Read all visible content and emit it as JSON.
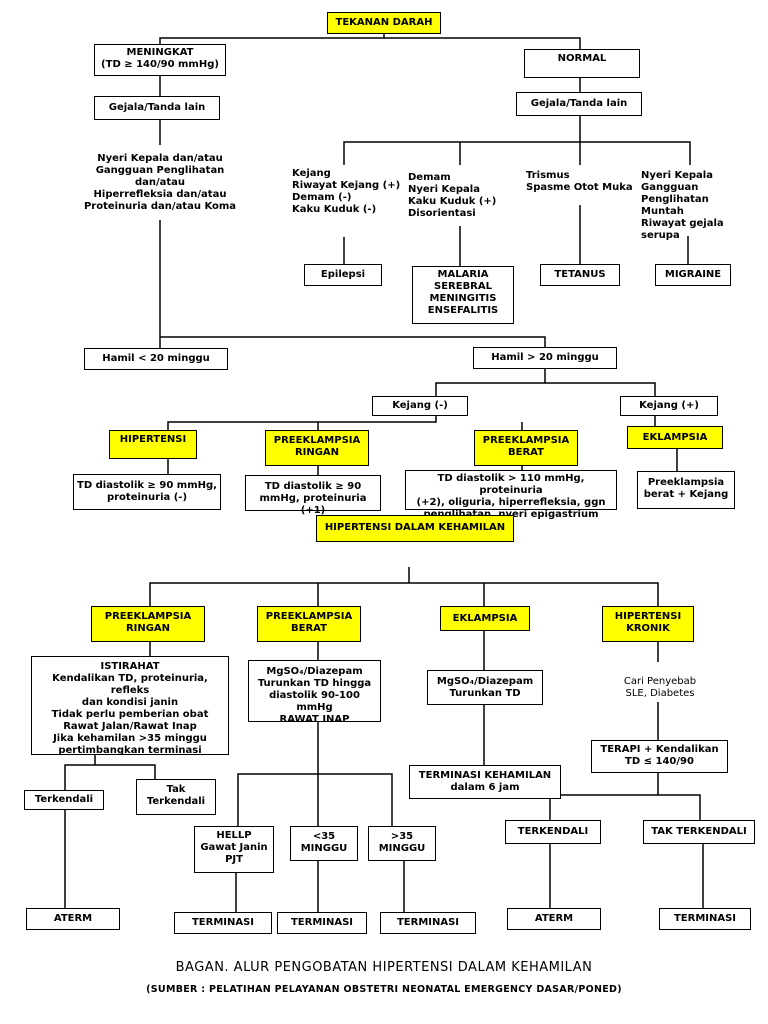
{
  "title_box": "TEKANAN DARAH",
  "top": {
    "meningkat": "MENINGKAT\n(TD ≥ 140/90 mmHg)",
    "normal": "NORMAL",
    "gejala_left": "Gejala/Tanda lain",
    "gejala_right": "Gejala/Tanda lain",
    "left_symptoms": "Nyeri Kepala dan/atau\nGangguan Penglihatan\ndan/atau\nHiperrefleksia dan/atau\nProteinuria dan/atau Koma"
  },
  "normal_branches": {
    "b1_text": "Kejang\nRiwayat Kejang (+)\nDemam (-)\nKaku Kuduk (-)",
    "b2_text": "Demam\nNyeri Kepala\nKaku Kuduk (+)\nDisorientasi",
    "b3_text": "Trismus\nSpasme Otot Muka",
    "b4_text": "Nyeri Kepala\nGangguan\nPenglihatan\nMuntah\nRiwayat gejala\nserupa",
    "b1_box": "Epilepsi",
    "b2_box": "MALARIA\nSEREBRAL\nMENINGITIS\nENSEFALITIS",
    "b3_box": "TETANUS",
    "b4_box": "MIGRAINE"
  },
  "pregnancy": {
    "hamil_lt20": "Hamil < 20 minggu",
    "hamil_gt20": "Hamil > 20 minggu",
    "kejang_neg": "Kejang (-)",
    "kejang_pos": "Kejang (+)",
    "hipertensi": "HIPERTENSI",
    "pe_ringan": "PREEKLAMPSIA\nRINGAN",
    "pe_berat": "PREEKLAMPSIA\nBERAT",
    "eklampsia": "EKLAMPSIA",
    "hipertensi_desc": "TD diastolik ≥ 90 mmHg,\nproteinuria (-)",
    "pe_ringan_desc": "TD diastolik ≥ 90\nmmHg, proteinuria (+1)",
    "pe_berat_desc": "TD diastolik > 110 mmHg, proteinuria\n(+2), oliguria, hiperrefleksia, ggn\npenglihatan, nyeri epigastrium",
    "eklampsia_desc": "Preeklampsia\nberat + Kejang"
  },
  "hdk": "HIPERTENSI DALAM KEHAMILAN",
  "treatment": {
    "pe_ringan": "PREEKLAMPSIA\nRINGAN",
    "pe_berat": "PREEKLAMPSIA\nBERAT",
    "eklampsia": "EKLAMPSIA",
    "hiper_kronik": "HIPERTENSI\nKRONIK",
    "istirahat": "ISTIRAHAT\nKendalikan TD, proteinuria, refleks\ndan kondisi janin\nTidak perlu pemberian obat\nRawat Jalan/Rawat Inap\nJika kehamilan >35 minggu\npertimbangkan terminasi",
    "mgso4_berat": "MgSO₄/Diazepam\nTurunkan TD hingga\ndiastolik 90-100 mmHg\nRAWAT INAP",
    "mgso4_eklampsia": "MgSO₄/Diazepam\nTurunkan TD",
    "cari_penyebab": "Cari Penyebab\nSLE, Diabetes",
    "terkendali": "Terkendali",
    "tak_terkendali": "Tak\nTerkendali",
    "aterm_left": "ATERM",
    "hellp": "HELLP\nGawat Janin\nPJT",
    "lt35": "<35\nMINGGU",
    "gt35": ">35\nMINGGU",
    "terminasi_1": "TERMINASI",
    "terminasi_2": "TERMINASI",
    "terminasi_3": "TERMINASI",
    "terminasi_kehamilan": "TERMINASI KEHAMILAN\ndalam 6 jam",
    "terapi": "TERAPI + Kendalikan\nTD ≤ 140/90",
    "terkendali_caps": "TERKENDALI",
    "tak_terkendali_caps": "TAK TERKENDALI",
    "aterm_right": "ATERM",
    "terminasi_right": "TERMINASI"
  },
  "caption": {
    "main": "BAGAN. ALUR PENGOBATAN HIPERTENSI DALAM KEHAMILAN",
    "source": "(SUMBER : PELATIHAN PELAYANAN OBSTETRI NEONATAL EMERGENCY DASAR/PONED)"
  }
}
